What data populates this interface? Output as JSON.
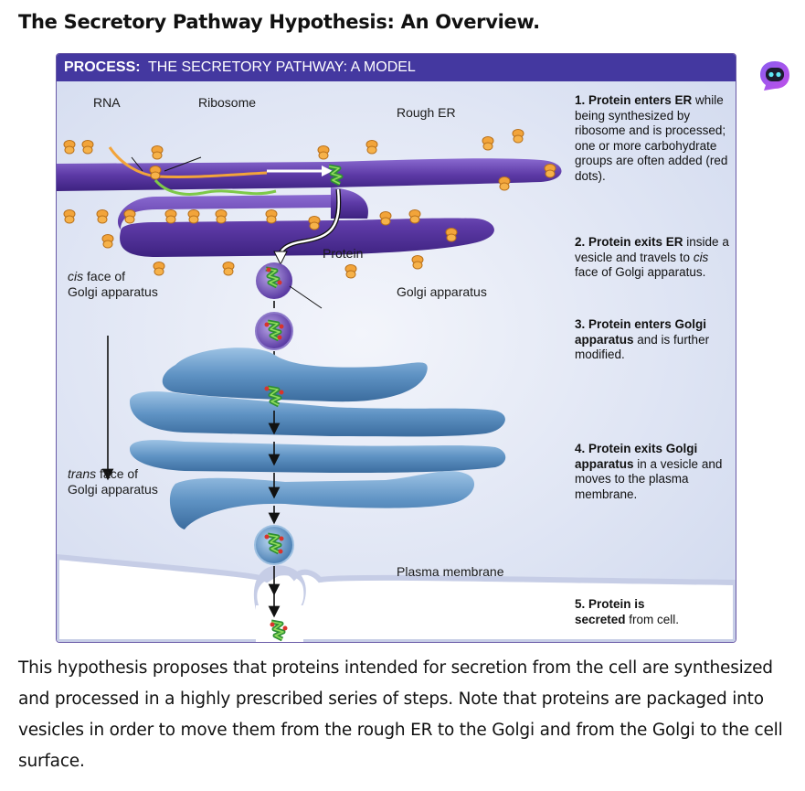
{
  "page": {
    "title": "The Secretory Pathway Hypothesis: An Overview.",
    "caption": "This hypothesis proposes that proteins intended for secretion from the cell are synthesized and processed in a highly prescribed series of steps. Note that proteins are packaged into vesicles in order to move them from the rough ER to the Golgi and from the Golgi to the cell surface."
  },
  "figure": {
    "header_bold": "PROCESS:",
    "header_rest": "THE SECRETORY PATHWAY: A MODEL",
    "labels": {
      "rna": "RNA",
      "ribosome": "Ribosome",
      "rough_er": "Rough ER",
      "protein": "Protein",
      "cis_face_italic": "cis",
      "cis_face_rest": " face of",
      "cis_face_line2": "Golgi apparatus",
      "golgi": "Golgi apparatus",
      "trans_face_italic": "trans",
      "trans_face_rest": " face of",
      "trans_face_line2": "Golgi apparatus",
      "plasma_membrane": "Plasma membrane"
    },
    "steps": [
      {
        "bold": "1. Protein enters ER",
        "rest": " while being synthesized by ribosome and is processed; one or more carbohydrate groups are often added (red dots)."
      },
      {
        "bold": "2. Protein exits ER",
        "rest_a": " inside a vesicle and travels to ",
        "italic": "cis",
        "rest_b": " face of Golgi apparatus."
      },
      {
        "bold": "3. Protein enters Golgi apparatus",
        "rest": " and is further modified."
      },
      {
        "bold": "4. Protein exits Golgi apparatus",
        "rest": " in a vesicle and moves to the plasma membrane."
      },
      {
        "pre": "5. Protein is",
        "bold": "secreted",
        "rest": " from cell."
      }
    ]
  },
  "colors": {
    "header_bg": "#4438a0",
    "cytoplasm_bg": "#dde4f4",
    "er": "#5d3aa6",
    "golgi": "#5f93c4",
    "ribosome": "#f2a43a",
    "protein": "#3aa640",
    "carbohydrate": "#d9342b"
  }
}
